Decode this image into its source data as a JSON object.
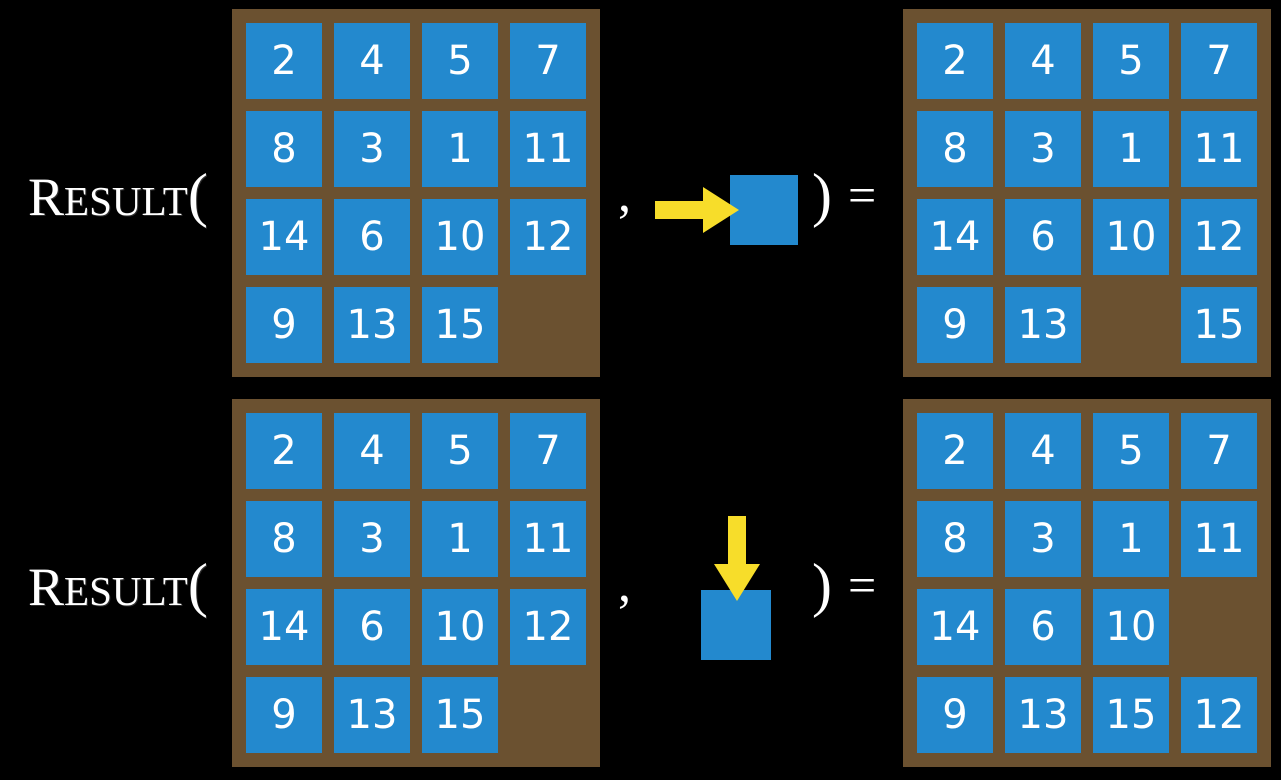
{
  "background_color": "#000000",
  "colors": {
    "tile": "#2389ce",
    "frame": "#6b5130",
    "arrow": "#f7dd2a",
    "text": "#ffffff"
  },
  "label": {
    "first_letter": "R",
    "rest": "ESULT",
    "open_paren": "(",
    "close_paren": ")",
    "comma": ",",
    "equals": "="
  },
  "grid": {
    "rows": 4,
    "cols": 4,
    "blank_label": ""
  },
  "equations": [
    {
      "id": "equation-move-right",
      "input_grid": {
        "name": "input-grid-row-1",
        "cells": [
          [
            "2",
            "4",
            "5",
            "7"
          ],
          [
            "8",
            "3",
            "1",
            "11"
          ],
          [
            "14",
            "6",
            "10",
            "12"
          ],
          [
            "9",
            "13",
            "15",
            ""
          ]
        ]
      },
      "action": {
        "name": "slide-right-action",
        "direction": "right",
        "arrow_icon": "arrow-right-icon",
        "tile_label": ""
      },
      "output_grid": {
        "name": "output-grid-row-1",
        "cells": [
          [
            "2",
            "4",
            "5",
            "7"
          ],
          [
            "8",
            "3",
            "1",
            "11"
          ],
          [
            "14",
            "6",
            "10",
            "12"
          ],
          [
            "9",
            "13",
            "",
            "15"
          ]
        ]
      }
    },
    {
      "id": "equation-move-down",
      "input_grid": {
        "name": "input-grid-row-2",
        "cells": [
          [
            "2",
            "4",
            "5",
            "7"
          ],
          [
            "8",
            "3",
            "1",
            "11"
          ],
          [
            "14",
            "6",
            "10",
            "12"
          ],
          [
            "9",
            "13",
            "15",
            ""
          ]
        ]
      },
      "action": {
        "name": "slide-down-action",
        "direction": "down",
        "arrow_icon": "arrow-down-icon",
        "tile_label": ""
      },
      "output_grid": {
        "name": "output-grid-row-2",
        "cells": [
          [
            "2",
            "4",
            "5",
            "7"
          ],
          [
            "8",
            "3",
            "1",
            "11"
          ],
          [
            "14",
            "6",
            "10",
            ""
          ],
          [
            "9",
            "13",
            "15",
            "12"
          ]
        ]
      }
    }
  ]
}
